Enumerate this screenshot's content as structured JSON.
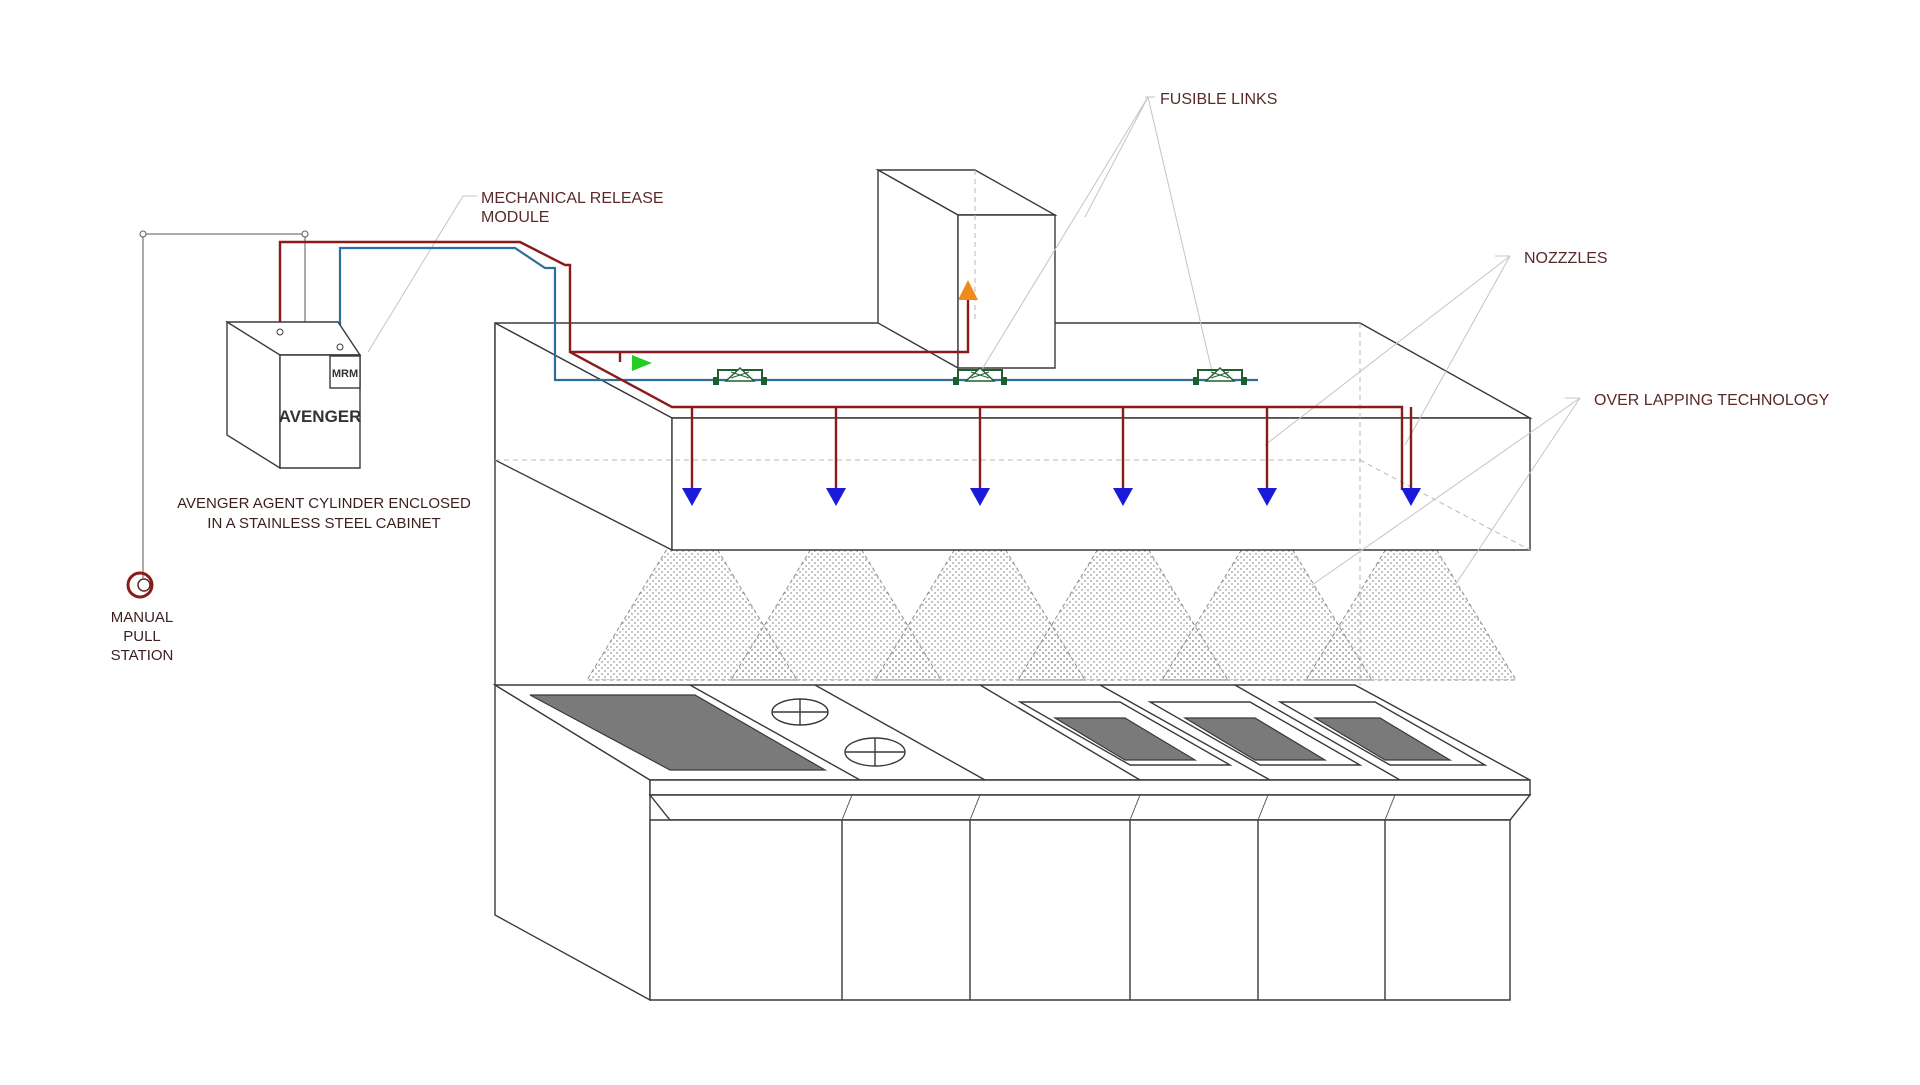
{
  "labels": {
    "fusible_links": "FUSIBLE LINKS",
    "mechanical_release_line1": "MECHANICAL RELEASE",
    "mechanical_release_line2": "MODULE",
    "nozzles": "NOZZZLES",
    "overlapping": "OVER LAPPING TECHNOLOGY",
    "avenger": "AVENGER",
    "mrm": "MRM",
    "cylinder_line1": "AVENGER AGENT CYLINDER ENCLOSED",
    "cylinder_line2": "IN A STAINLESS STEEL CABINET",
    "pull_line1": "MANUAL",
    "pull_line2": "PULL",
    "pull_line3": "STATION"
  },
  "colors": {
    "agent_pipe": "#8b1a1a",
    "detection_line": "#2a6f9e",
    "nozzle": "#1a1adb",
    "fusible_link": "#1f5f2f",
    "flow_arrow": "#22cc22",
    "exhaust_arrow": "#f08a1c",
    "label_text": "#5a2a2a"
  },
  "icons": {
    "pull_station": "manual-pull-station-icon",
    "nozzle": "nozzle-icon",
    "fusible_link": "fusible-link-icon"
  }
}
